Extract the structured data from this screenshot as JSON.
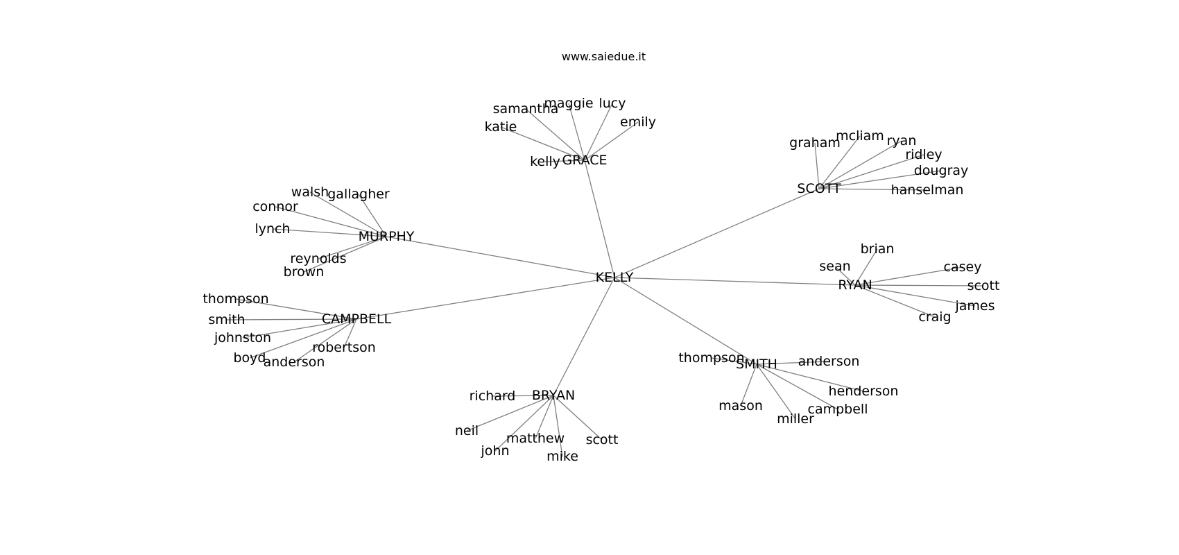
{
  "title": "www.saiedue.it",
  "graph": {
    "center": "KELLY",
    "clusters": [
      {
        "name": "GRACE",
        "leaves": [
          "kelly",
          "katie",
          "samantha",
          "maggie",
          "lucy",
          "emily"
        ]
      },
      {
        "name": "SCOTT",
        "leaves": [
          "graham",
          "mcliam",
          "ryan",
          "ridley",
          "dougray",
          "hanselman"
        ]
      },
      {
        "name": "MURPHY",
        "leaves": [
          "walsh",
          "gallagher",
          "connor",
          "lynch",
          "reynolds",
          "brown"
        ]
      },
      {
        "name": "RYAN",
        "leaves": [
          "brian",
          "sean",
          "casey",
          "scott",
          "james",
          "craig"
        ]
      },
      {
        "name": "CAMPBELL",
        "leaves": [
          "thompson",
          "smith",
          "johnston",
          "boyd",
          "anderson",
          "robertson"
        ]
      },
      {
        "name": "SMITH",
        "leaves": [
          "thompson",
          "anderson",
          "henderson",
          "campbell",
          "miller",
          "mason"
        ]
      },
      {
        "name": "BRYAN",
        "leaves": [
          "richard",
          "neil",
          "matthew",
          "john",
          "mike",
          "scott"
        ]
      }
    ]
  }
}
